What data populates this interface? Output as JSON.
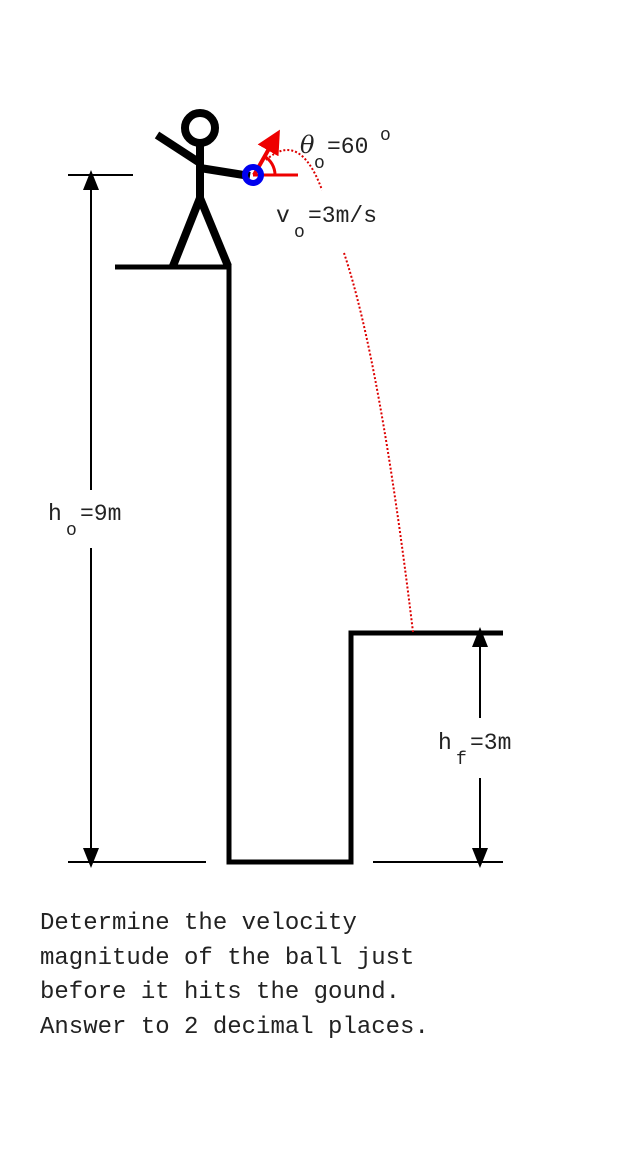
{
  "labels": {
    "theta_symbol": "θ",
    "theta_sub": "o",
    "theta_value": "=60",
    "degree": "o",
    "v_symbol": "v",
    "v_sub": "o",
    "v_value": "=3m/s",
    "ho_symbol": "h",
    "ho_sub": "o",
    "ho_value": "=9m",
    "hf_symbol": "h",
    "hf_sub": "f",
    "hf_value": "=3m"
  },
  "question": {
    "lines": [
      "Determine the velocity",
      "magnitude of the ball just",
      "before it hits the gound.",
      "Answer to 2 decimal places."
    ]
  },
  "colors": {
    "ball": "#0000ee",
    "vector": "#ee0000",
    "trajectory": "#dd0000",
    "structure": "#000000"
  }
}
